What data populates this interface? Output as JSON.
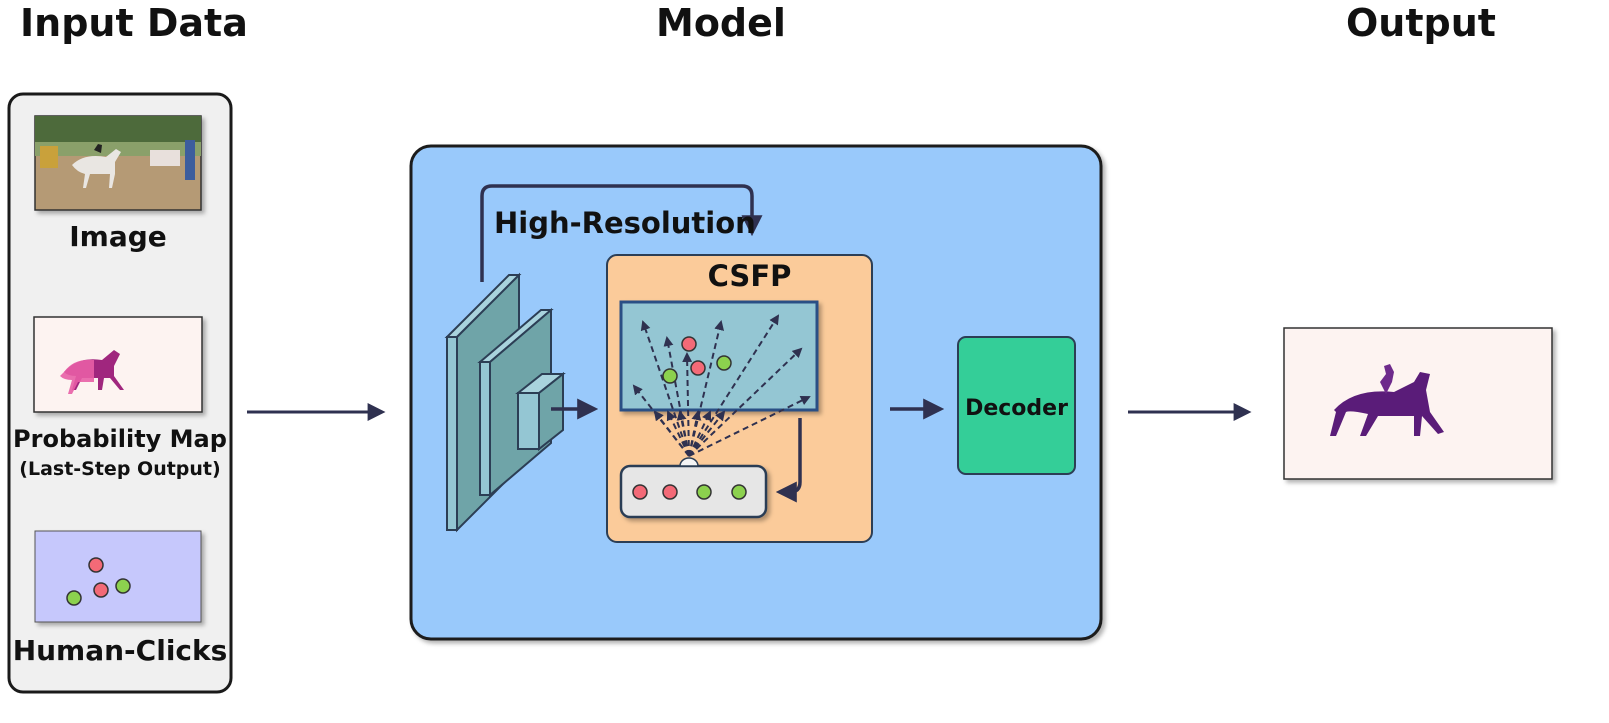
{
  "headings": {
    "input": "Input Data",
    "model": "Model",
    "output": "Output"
  },
  "inputs": {
    "image_label": "Image",
    "probmap_label": "Probability Map",
    "probmap_sublabel": "(Last-Step Output)",
    "clicks_label": "Human-Clicks"
  },
  "model": {
    "highres_label": "High-Resolution",
    "csfp_label": "CSFP",
    "decoder_label": "Decoder"
  },
  "colors": {
    "model_bg": "#99c9fb",
    "csfp_bg": "#fbcb9a",
    "decoder_bg": "#34ce98",
    "feature_map": "#94c6d3",
    "backbone": "#6fa4a8",
    "click_positive": "#8cd14e",
    "click_negative": "#f36a77",
    "input_panel_bg": "#f0f0f0",
    "clicks_bg": "#c6c8fc",
    "mask_bg": "#fdf3f1",
    "arrow": "#2f3150"
  }
}
